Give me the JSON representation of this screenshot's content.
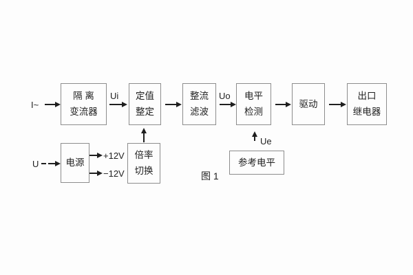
{
  "diagram": {
    "caption": "图 1",
    "colors": {
      "background": "#fdfdfd",
      "box_border": "#8c8c8c",
      "line": "#1f1f1f",
      "text": "#1f1f1f"
    },
    "boxes": [
      {
        "id": "isolation-transformer",
        "lines": [
          "隔 离",
          "变流器"
        ]
      },
      {
        "id": "setting-adjust",
        "lines": [
          "定值",
          "整定"
        ]
      },
      {
        "id": "rectify-filter",
        "lines": [
          "整流",
          "滤波"
        ]
      },
      {
        "id": "level-detect",
        "lines": [
          "电平",
          "检测"
        ]
      },
      {
        "id": "drive",
        "lines": [
          "驱动"
        ]
      },
      {
        "id": "output-relay",
        "lines": [
          "出口",
          "继电器"
        ]
      },
      {
        "id": "power-supply",
        "lines": [
          "电源"
        ]
      },
      {
        "id": "ratio-switch",
        "lines": [
          "倍率",
          "切换"
        ]
      },
      {
        "id": "reference-level",
        "lines": [
          "参考电平"
        ]
      }
    ],
    "labels": {
      "input_current": "I~",
      "input_voltage": "U",
      "ui": "Ui",
      "uo": "Uo",
      "ue": "Ue",
      "plus12": "+12V",
      "minus12": "−12V"
    }
  }
}
